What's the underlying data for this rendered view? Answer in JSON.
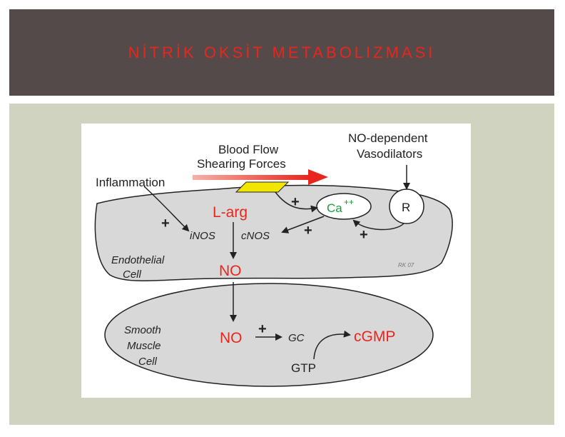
{
  "slide": {
    "title": "NİTRİK OKSİT METABOLIZMASI"
  },
  "diagram": {
    "labels": {
      "blood_flow_line1": "Blood Flow",
      "blood_flow_line2": "Shearing Forces",
      "no_dependent_line1": "NO-dependent",
      "no_dependent_line2": "Vasodilators",
      "inflammation": "Inflammation",
      "receptor": "R",
      "calcium": "Ca",
      "calcium_charge": "++",
      "l_arg": "L-arg",
      "inos": "iNOS",
      "cnos": "cNOS",
      "endothelial_line1": "Endothelial",
      "endothelial_line2": "Cell",
      "no_endothelial": "NO",
      "smooth_line1": "Smooth",
      "smooth_line2": "Muscle",
      "smooth_line3": "Cell",
      "no_smooth": "NO",
      "gc": "GC",
      "cgmp": "cGMP",
      "gtp": "GTP",
      "signature": "RK 07",
      "plus": "+"
    },
    "colors": {
      "red": "#e8261d",
      "green": "#1a9a3a",
      "cell_fill": "#d8d8d8",
      "shear_bar": "#f2e600"
    }
  }
}
